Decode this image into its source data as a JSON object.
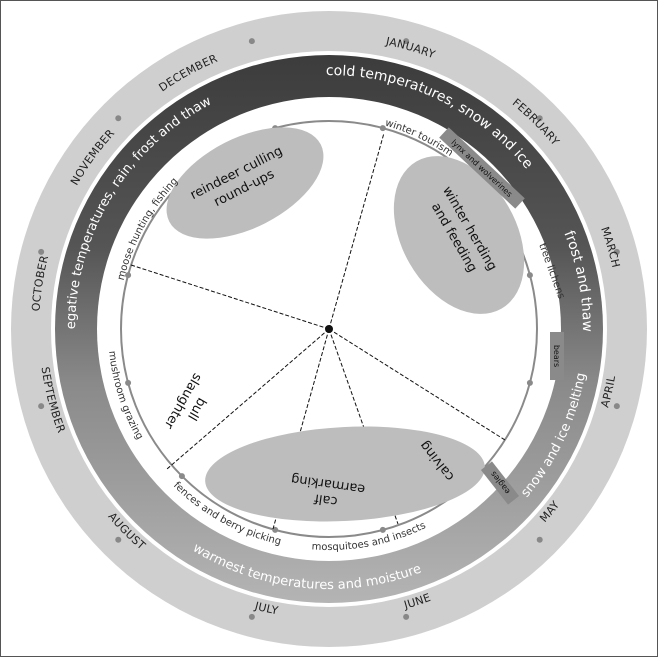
{
  "title": "",
  "months": [
    "JANUARY",
    "FEBRUARY",
    "MARCH",
    "APRIL",
    "MAY",
    "JUNE",
    "JULY",
    "AUGUST",
    "SEPTEMBER",
    "OCTOBER",
    "NOVEMBER",
    "DECEMBER"
  ],
  "seasons": {
    "cold": "cold temperatures, snow and ice",
    "frost_thaw": "frost and thaw",
    "snow_melting": "snow and ice melting",
    "warmest": "warmest temperatures and moisture",
    "first_negative": "first negative temperatures, rain, frost and thaw"
  },
  "activities": {
    "winter_tourism": "winter tourism",
    "tree_lichens": "tree lichens",
    "mosquitoes": "mosquitoes and insects",
    "fences_berry": "fences and berry picking",
    "mushroom": "mushroom grazing",
    "moose": "moose hunting, fishing"
  },
  "predators": {
    "lynx": "lynx and wolverines",
    "bears": "bears",
    "eagles": "eagles"
  },
  "ellipses": {
    "reindeer_culling": [
      "reindeer culling",
      "round-ups"
    ],
    "winter_herding": [
      "winter herding",
      "and feeding"
    ],
    "calf_earmarking": [
      "calf",
      "earmarking"
    ],
    "calving": "calving"
  },
  "sectors": {
    "bull_slaughter": [
      "bull",
      "slaughter"
    ]
  },
  "colors": {
    "outer_ring": "#cfcfcf",
    "dark_band": "#4a4a4a",
    "mid_band": "#8c8c8c",
    "ellipse_fill": "#bdbdbd",
    "predator_box": "#8a8a8a"
  }
}
